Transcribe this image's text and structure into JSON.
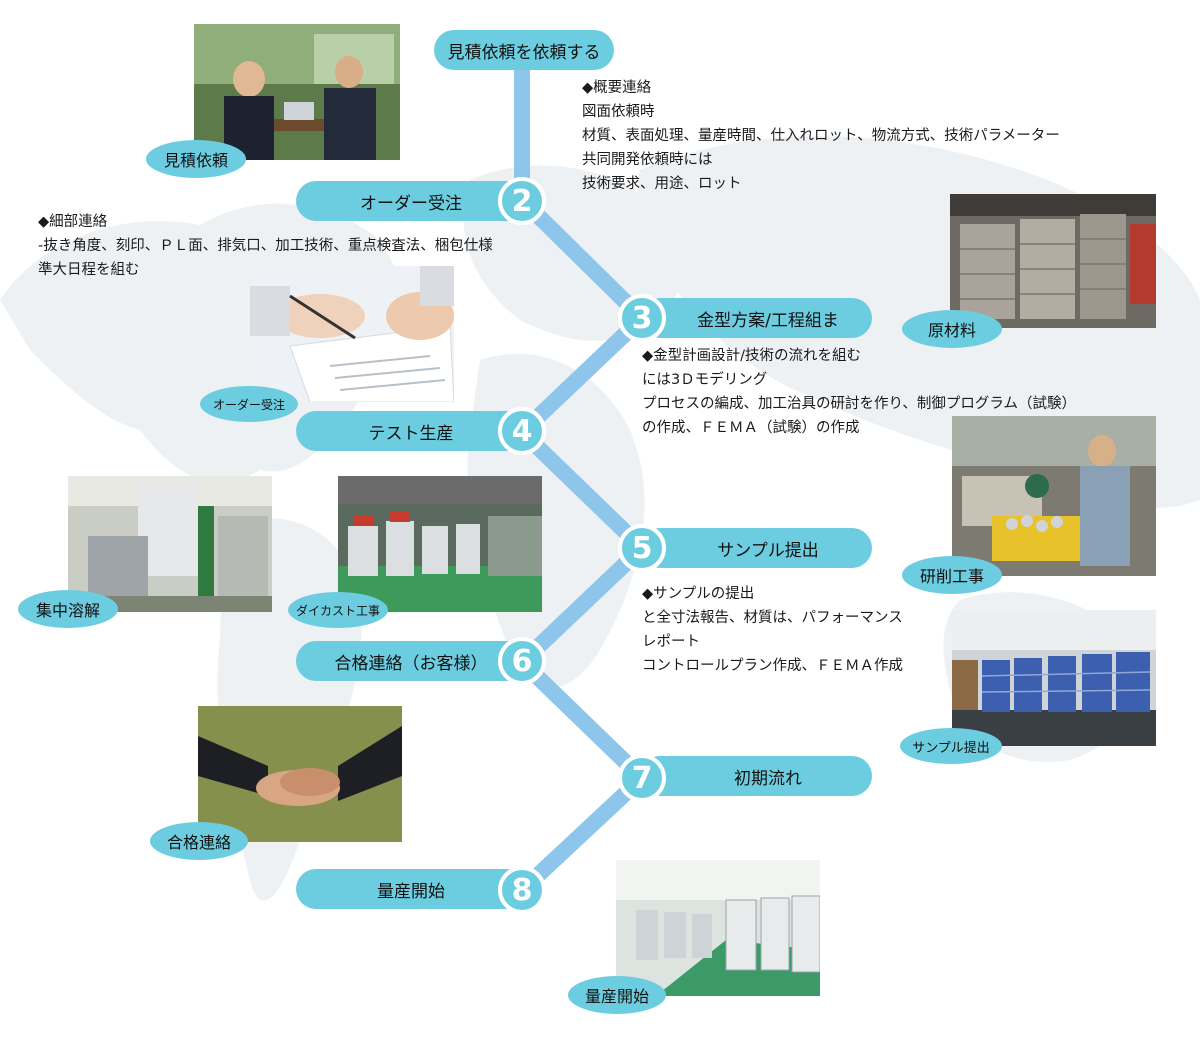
{
  "colors": {
    "accent": "#6dcde0",
    "spine": "#8ec5ea",
    "map": "#eef1f4"
  },
  "steps": [
    {
      "num": "",
      "label": "見積依頼を依頼する"
    },
    {
      "num": "2",
      "label": "オーダー受注"
    },
    {
      "num": "3",
      "label": "金型方案/工程組ま"
    },
    {
      "num": "4",
      "label": "テスト生産"
    },
    {
      "num": "5",
      "label": "サンプル提出"
    },
    {
      "num": "6",
      "label": "合格連絡（お客様）"
    },
    {
      "num": "7",
      "label": "初期流れ"
    },
    {
      "num": "8",
      "label": "量産開始"
    }
  ],
  "notes": {
    "n1": [
      "◆概要連絡",
      "図面依頼時",
      "材質、表面処理、量産時間、仕入れロット、物流方式、技術パラメーター",
      "共同開発依頼時には",
      "技術要求、用途、ロット"
    ],
    "n2": [
      "◆細部連絡",
      "-抜き角度、刻印、ＰＬ面、排気口、加工技術、重点検査法、梱包仕様",
      "準大日程を組む"
    ],
    "n3": [
      "◆金型計画設計/技術の流れを組む",
      "には3Ｄモデリング",
      "プロセスの編成、加工治具の研討を作り、制御プログラム（試験）",
      "の作成、ＦＥＭＡ（試験）の作成"
    ],
    "n4": [
      "◆サンプルの提出",
      "と全寸法報告、材質は、パフォーマンス",
      "レポート",
      "コントロールプラン作成、ＦＥＭＡ作成"
    ]
  },
  "photos": {
    "p1": {
      "tag": "見積依頼",
      "icon": "business-meeting"
    },
    "p2": {
      "tag": "オーダー受注",
      "icon": "signing-contract"
    },
    "p3": {
      "tag": "原材料",
      "icon": "raw-material-stacks"
    },
    "p4": {
      "tag": "研削工事",
      "icon": "grinding-worker"
    },
    "p5": {
      "tag": "集中溶解",
      "icon": "melting-furnace"
    },
    "p6": {
      "tag": "ダイカスト工事",
      "icon": "die-casting-floor"
    },
    "p7": {
      "tag": "サンプル提出",
      "icon": "sample-crates"
    },
    "p8": {
      "tag": "合格連絡",
      "icon": "handshake"
    },
    "p9": {
      "tag": "量産開始",
      "icon": "production-line"
    }
  }
}
